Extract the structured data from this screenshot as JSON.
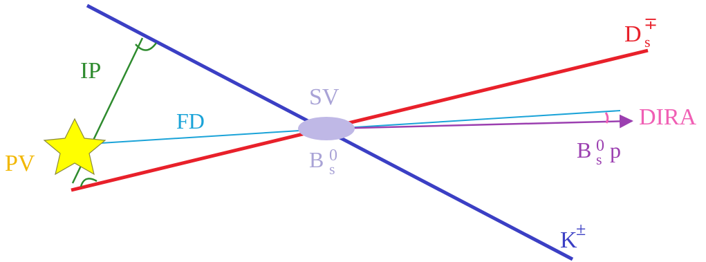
{
  "labels": {
    "ip": "IP",
    "fd": "FD",
    "pv": "PV",
    "sv": "SV",
    "bs_base": "B",
    "bs_sub": "s",
    "bs_sup": "0",
    "ds_base": "D",
    "ds_sub": "s",
    "ds_sup": "∓",
    "k_base": "K",
    "k_sup": "±",
    "dira": "DIRA",
    "bsp_base": "B",
    "bsp_sub": "s",
    "bsp_sup": "0",
    "bsp_p": "p"
  },
  "colors": {
    "kaon_track": "#3b3fc4",
    "ds_track": "#e8202a",
    "ip_line": "#2e8b2e",
    "fd_line": "#1aa3d8",
    "momentum": "#9b3fb0",
    "vertex": "#bfb8e6",
    "pv_star": "#ffff00",
    "pv_label": "#f2b700",
    "sv_label": "#a9a3d6",
    "dira_label": "#f05fb4",
    "ds_label": "#e8202a",
    "k_label": "#3b3fc4",
    "ip_label": "#2e8b2e",
    "fd_label": "#1aa3d8"
  }
}
